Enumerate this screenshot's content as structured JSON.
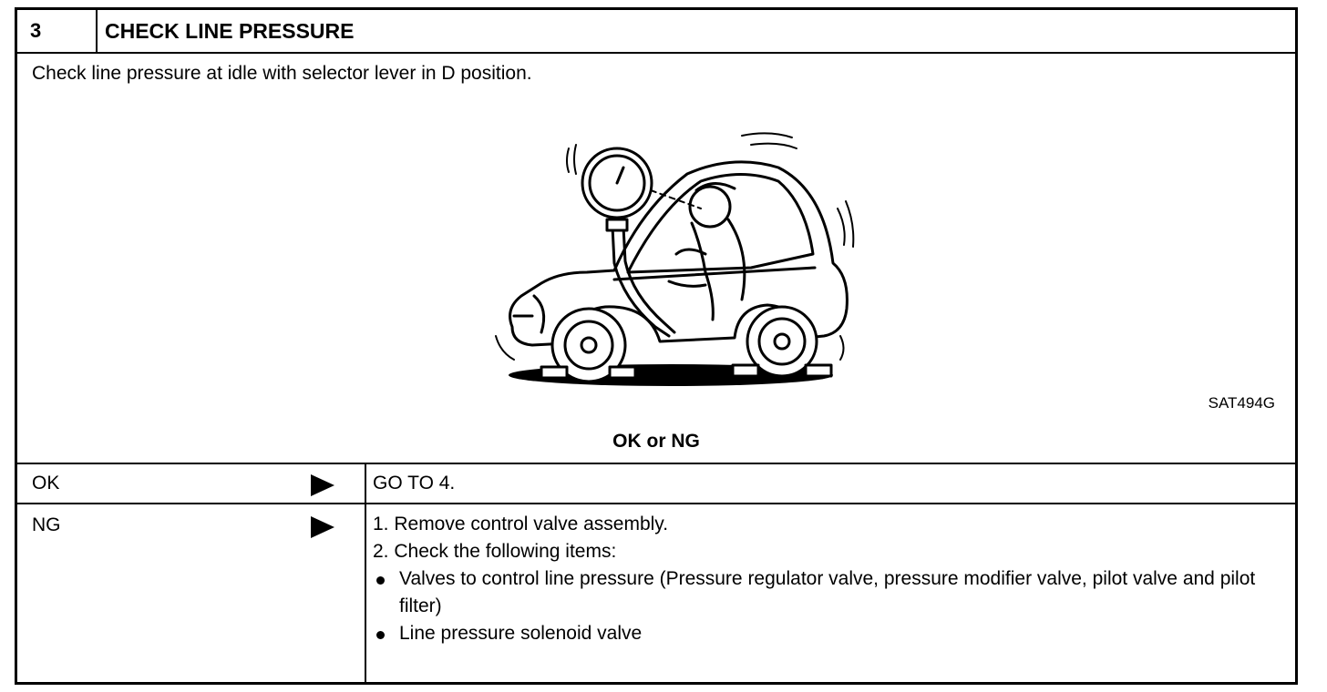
{
  "step": {
    "number": "3",
    "title": "CHECK LINE PRESSURE"
  },
  "instruction": "Check line pressure at idle with selector lever in D position.",
  "figure_code": "SAT494G",
  "check_question": "OK or NG",
  "results": [
    {
      "label": "OK",
      "action": "GO TO 4."
    },
    {
      "label": "NG",
      "steps": [
        "1.  Remove control valve assembly.",
        "2.  Check the following items:"
      ],
      "bullets": [
        "Valves to control line pressure (Pressure regulator valve, pressure modifier valve, pilot valve and pilot filter)",
        "Line pressure solenoid valve"
      ]
    }
  ]
}
